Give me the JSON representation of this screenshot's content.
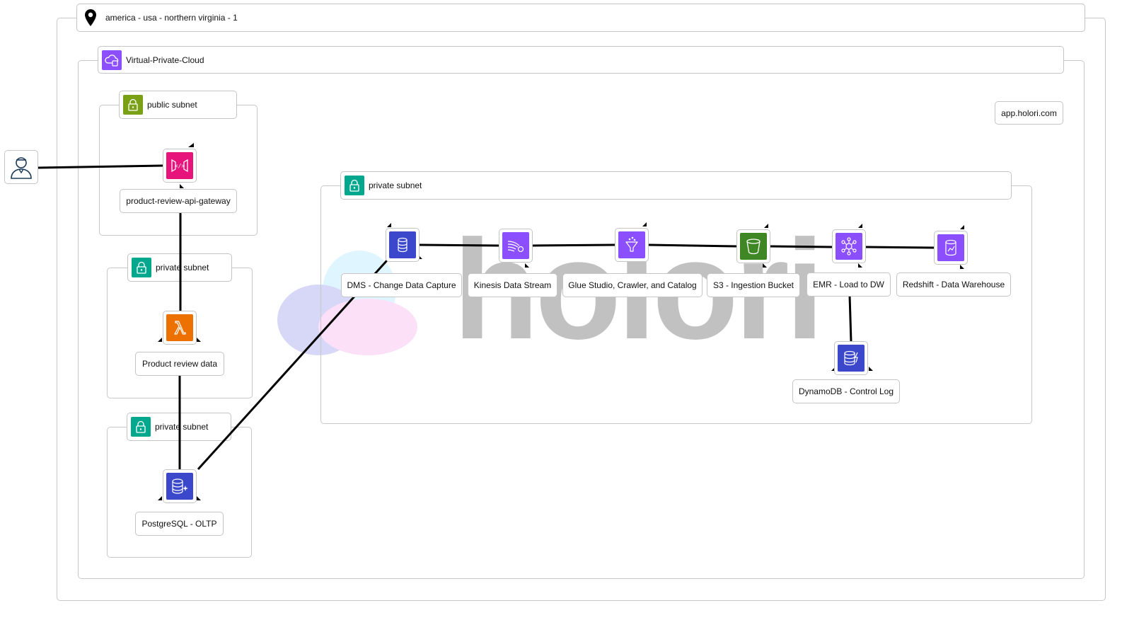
{
  "region": {
    "label": "america - usa - northern virginia - 1"
  },
  "vpc": {
    "label": "Virtual-Private-Cloud"
  },
  "subnets": {
    "public": "public subnet",
    "private_lambda": "private subnet",
    "private_db": "private subnet",
    "private_data": "private subnet"
  },
  "watermark": {
    "link": "app.holori.com",
    "wordmark": "holori"
  },
  "nodes": {
    "api_gateway": "product-review-api-gateway",
    "lambda": "Product review data",
    "postgres": "PostgreSQL - OLTP",
    "dms": "DMS - Change Data Capture",
    "kinesis": "Kinesis Data Stream",
    "glue": "Glue Studio, Crawler, and Catalog",
    "s3": "S3 - Ingestion Bucket",
    "emr": "EMR - Load to DW",
    "redshift": "Redshift - Data Warehouse",
    "dynamodb": "DynamoDB - Control Log"
  },
  "icons": {
    "location": "location-pin-icon",
    "vpc": "vpc-cloud-icon",
    "lock": "lock-icon",
    "user": "user-icon",
    "api_gateway": "api-gateway-icon",
    "lambda": "lambda-icon",
    "postgres": "rds-database-icon",
    "dms": "dms-icon",
    "kinesis": "kinesis-icon",
    "glue": "glue-icon",
    "s3": "s3-bucket-icon",
    "emr": "emr-icon",
    "redshift": "redshift-icon",
    "dynamodb": "dynamodb-icon"
  },
  "colors": {
    "vpc_purple": "#8c4fff",
    "public_subnet_green": "#7aa116",
    "private_subnet_teal": "#01a88d",
    "api_gateway_pink": "#e7157b",
    "lambda_orange": "#ed7100",
    "database_blue": "#3b48cc",
    "analytics_purple": "#8c4fff",
    "s3_green": "#3f8624",
    "line": "#000000"
  }
}
